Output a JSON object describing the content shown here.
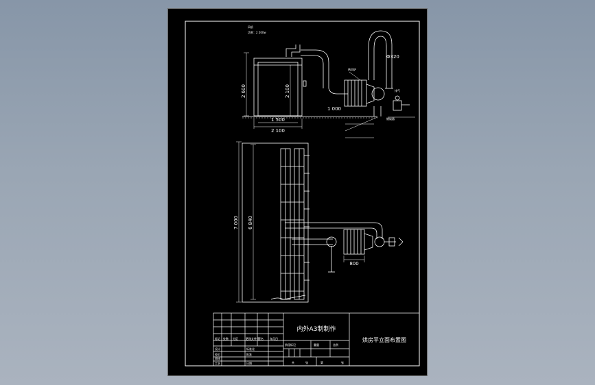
{
  "drawing": {
    "title_block": {
      "company": "内外A3制制作",
      "drawing_title": "烘房平立面布置图",
      "labels": {
        "designed": "设计",
        "checked": "校对",
        "reviewed": "审核",
        "process": "工艺",
        "standardized": "标准化",
        "approved": "批准",
        "date": "日期",
        "stage_mark": "阶段标记",
        "weight": "重量",
        "scale": "比例",
        "sheet": "共",
        "page": "第",
        "count_col": "张",
        "rev_mark": "标记",
        "rev_qty": "处数",
        "rev_zone": "分区",
        "rev_doc": "更改文件号",
        "signature": "签名",
        "rev_date": "年月日"
      }
    },
    "elevation": {
      "dims": {
        "overall_height": "2 600",
        "inner_height": "2 100",
        "width_inner": "1 500",
        "width_outer": "2 100",
        "floor_offset": "1 000",
        "duct_diameter": "Φ320"
      },
      "notes": {
        "fan": "风机",
        "fan_spec": "功率：2 200w",
        "heater": "热风炉",
        "chimney": "排气",
        "burner": "燃烧器"
      }
    },
    "plan": {
      "dims": {
        "length_outer": "7 000",
        "length_inner": "6 840",
        "heater_depth": "800"
      }
    }
  }
}
